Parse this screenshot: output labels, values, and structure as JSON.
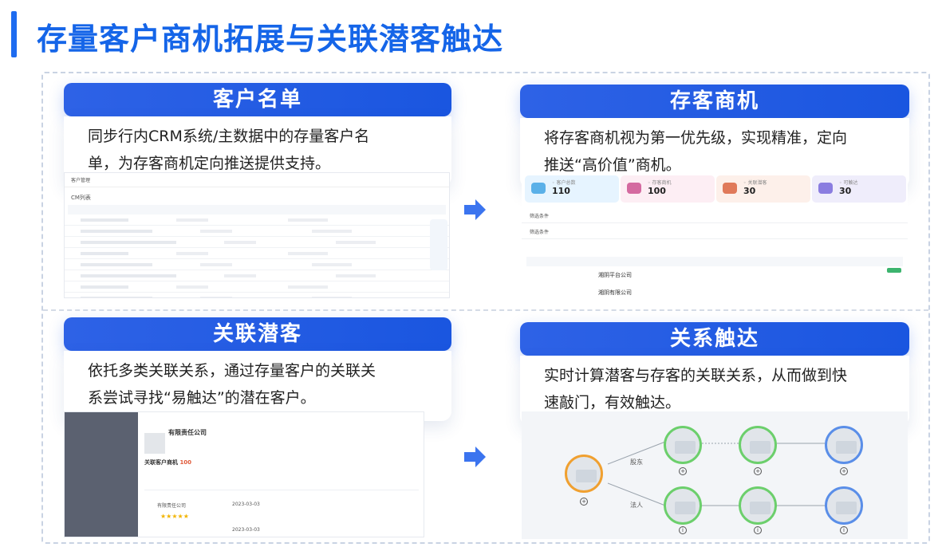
{
  "page_title": "存量客户商机拓展与关联潜客触达",
  "panels": {
    "customer_list": {
      "title": "客户名单",
      "desc_line1": "同步行内CRM系统/主数据中的存量客户名",
      "desc_line2": "单，为存客商机定向推送提供支持。",
      "mini": {
        "header": "客户管理",
        "list_label": "CM列表",
        "rows": 8
      }
    },
    "existing_opportunity": {
      "title": "存客商机",
      "desc_line1": "将存客商机视为第一优先级，实现精准，定向",
      "desc_line2": "推送“高价值”商机。",
      "stats": [
        {
          "label": "◦ 客户总数",
          "value": "110",
          "color": "#e6f4ff",
          "icon_color": "#5ab0e8"
        },
        {
          "label": "◦ 存客商机",
          "value": "100",
          "color": "#fdeef4",
          "icon_color": "#d46aa0"
        },
        {
          "label": "◦ 关联潜客",
          "value": "30",
          "color": "#fdf0ea",
          "icon_color": "#e07a5a"
        },
        {
          "label": "◦ 可触达",
          "value": "30",
          "color": "#efedfb",
          "icon_color": "#8a7de0"
        }
      ],
      "company_1": "湘阴平台公司",
      "company_2": "湘阴有限公司"
    },
    "related_prospects": {
      "title": "关联潜客",
      "desc_line1": "依托多类关联关系，通过存量客户的关联关",
      "desc_line2": "系尝试寻找“易触达”的潜在客户。",
      "mini": {
        "company": "有限责任公司",
        "section": "关联客户商机",
        "section_count": "100",
        "date1": "2023-03-03",
        "date2": "2023-03-03",
        "company_row": "有限责任公司"
      }
    },
    "relationship_reach": {
      "title": "关系触达",
      "desc_line1": "实时计算潜客与存客的关联关系，从而做到快",
      "desc_line2": "速敲门，有效触达。",
      "edge_labels": [
        "股东",
        "法人"
      ]
    }
  },
  "colors": {
    "accent": "#1565e8",
    "node_orange": "#f0a030",
    "node_green": "#6ccf6c",
    "node_blue": "#5a8ee8"
  }
}
